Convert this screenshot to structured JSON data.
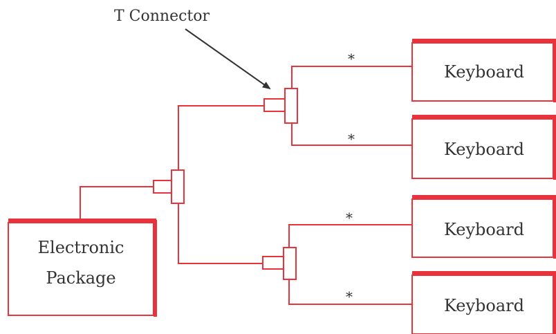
{
  "diagram": {
    "callout": "T Connector",
    "electronic_package": [
      "Electronic",
      "Package"
    ],
    "keyboards": [
      "Keyboard",
      "Keyboard",
      "Keyboard",
      "Keyboard"
    ],
    "cable_markers": [
      "*",
      "*",
      "*",
      "*"
    ]
  },
  "colors": {
    "line": "#e8323c",
    "box_shadow": "#e8323c",
    "arrow": "#333333",
    "text": "#333333"
  }
}
